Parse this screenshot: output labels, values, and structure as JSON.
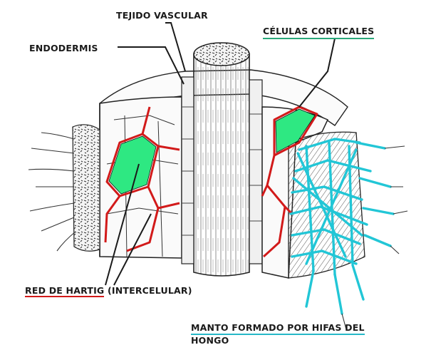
{
  "labels": {
    "tejido_vascular": "TEJIDO VASCULAR",
    "endodermis": "ENDODERMIS",
    "celulas_corticales": "CÉLULAS CORTICALES",
    "red_de_hartig": "RED DE HARTIG",
    "red_de_hartig_suffix": " (INTERCELULAR)",
    "manto_line1": "MANTO FORMADO POR HIFAS DEL",
    "manto_line2": "HONGO"
  },
  "colors": {
    "hartig_net": "#d21a1a",
    "cortical_cells": "#2ee882",
    "fungal_mantle": "#22c6d6",
    "ink": "#1a1a1a"
  }
}
